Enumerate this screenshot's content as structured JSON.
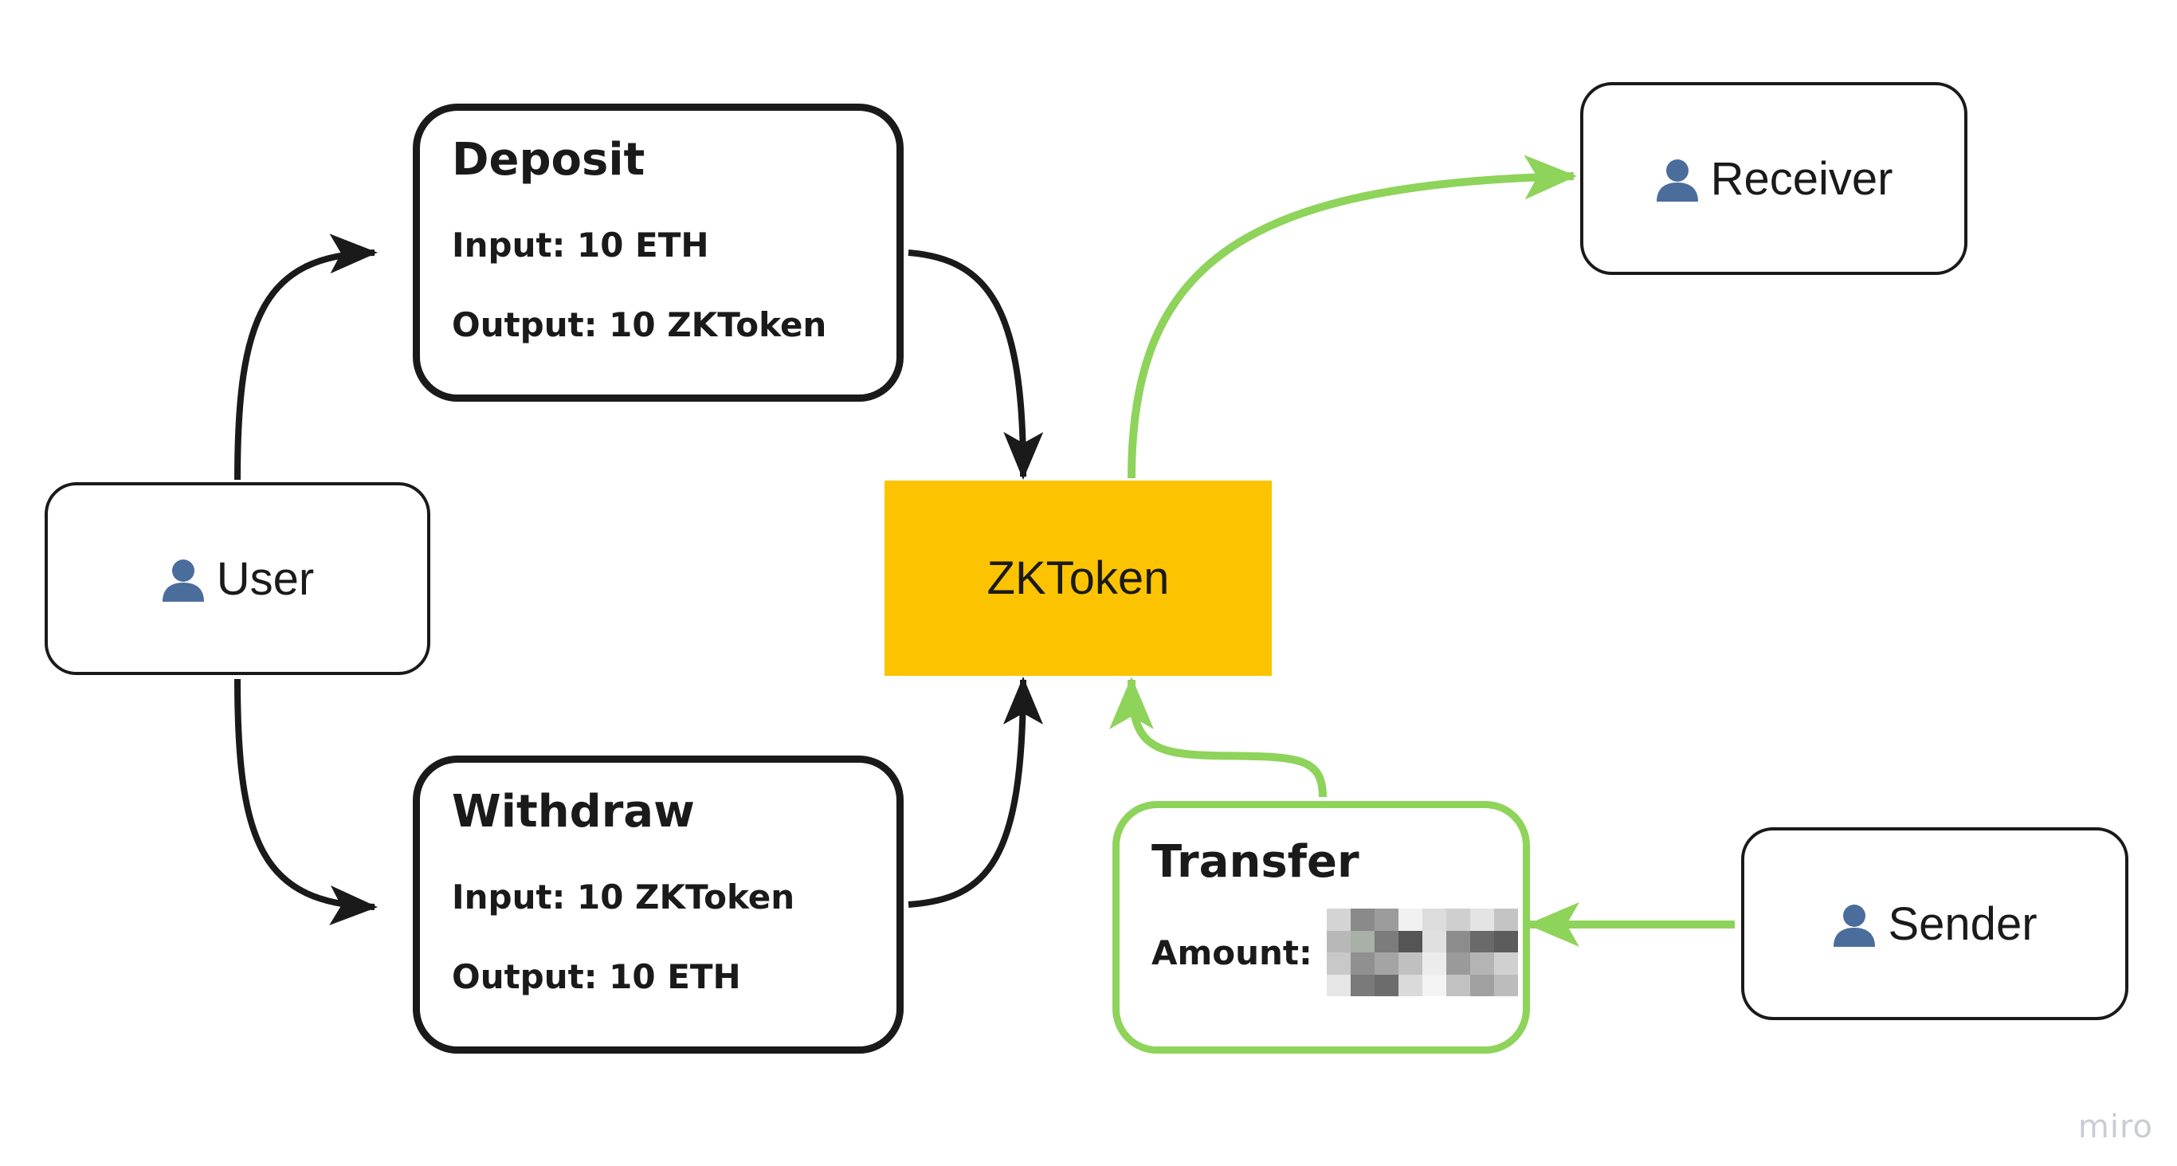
{
  "colors": {
    "stroke": "#1a1a1a",
    "green": "#8ed35a",
    "token_fill": "#fcc400",
    "icon": "#4a6d9c"
  },
  "nodes": {
    "user": {
      "label": "User",
      "icon": "person-icon"
    },
    "receiver": {
      "label": "Receiver",
      "icon": "person-icon"
    },
    "sender": {
      "label": "Sender",
      "icon": "person-icon"
    },
    "zktoken": {
      "label": "ZKToken"
    },
    "deposit": {
      "title": "Deposit",
      "input": "Input: 10 ETH",
      "output": "Output: 10 ZKToken"
    },
    "withdraw": {
      "title": "Withdraw",
      "input": "Input: 10 ZKToken",
      "output": "Output: 10 ETH"
    },
    "transfer": {
      "title": "Transfer",
      "amount_label": "Amount:",
      "amount_value": "redacted"
    }
  },
  "edges": [
    {
      "from": "user",
      "to": "deposit",
      "color": "black"
    },
    {
      "from": "user",
      "to": "withdraw",
      "color": "black"
    },
    {
      "from": "deposit",
      "to": "zktoken",
      "color": "black"
    },
    {
      "from": "withdraw",
      "to": "zktoken",
      "color": "black"
    },
    {
      "from": "zktoken",
      "to": "receiver",
      "color": "green"
    },
    {
      "from": "transfer",
      "to": "zktoken",
      "color": "green"
    },
    {
      "from": "sender",
      "to": "transfer",
      "color": "green"
    }
  ],
  "watermark": "miro"
}
